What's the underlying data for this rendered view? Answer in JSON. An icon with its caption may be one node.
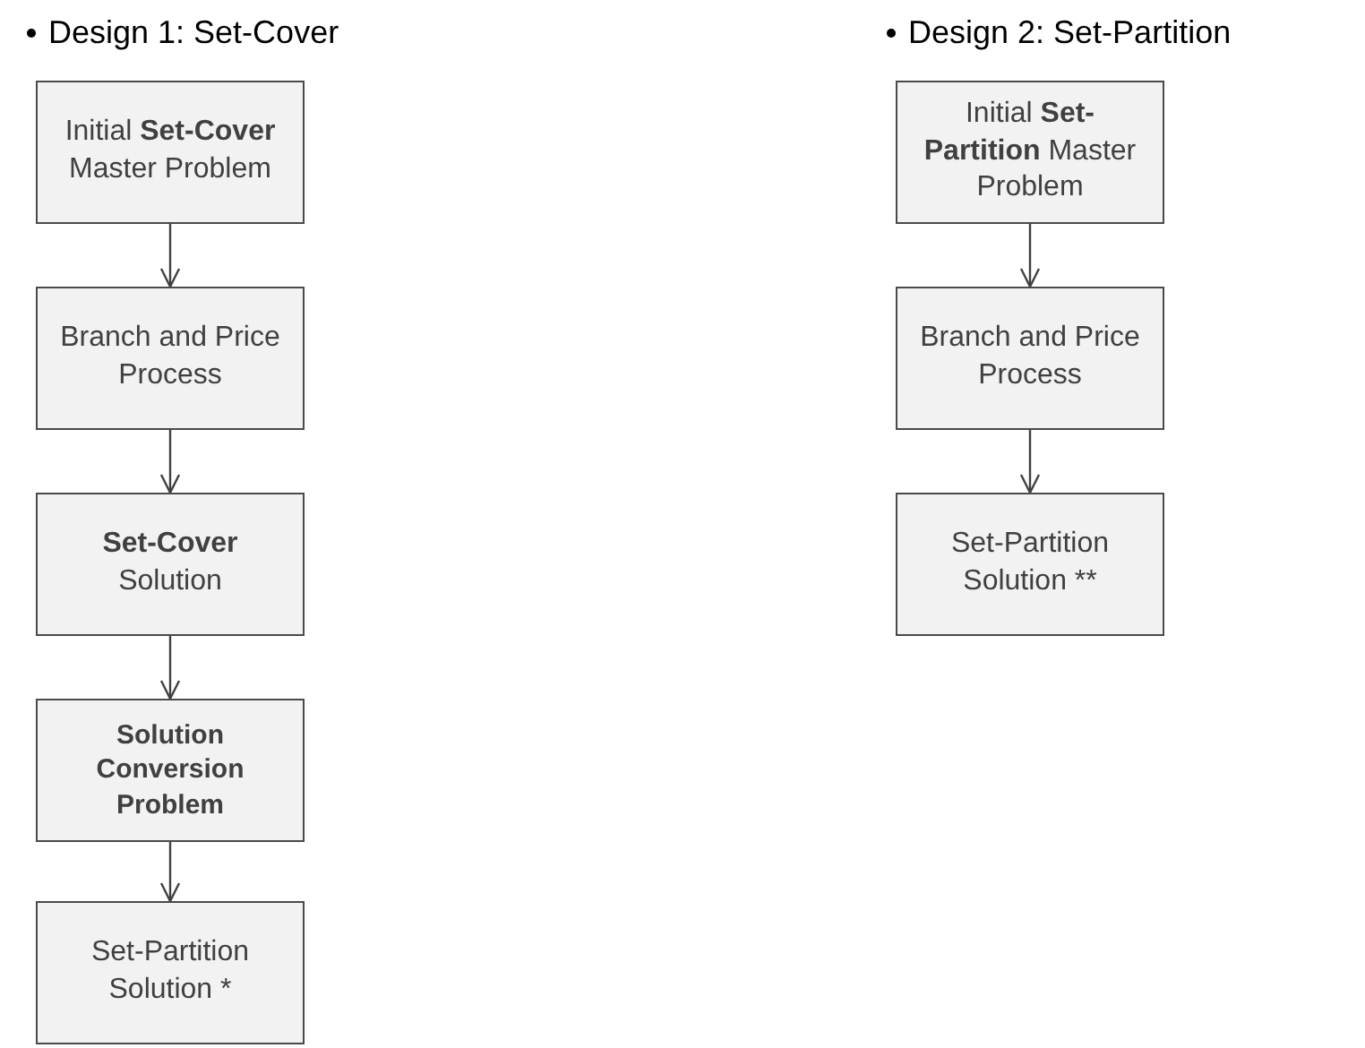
{
  "diagram": {
    "nodes": [
      {
        "text": [
          "Initial **Set-Cover** Master Problem"
        ]
      },
      {
        "text": [
          "Branch and Price Process"
        ]
      },
      {
        "text": [
          "**Set-Cover** Solution"
        ]
      },
      {
        "text": [
          "Solution Conversion Problem"
        ]
      },
      {
        "text": [
          "Set-Partition Solution *"
        ]
      },
      {
        "text": [
          "Initial **Set-Partition** Master Problem"
        ]
      },
      {
        "text": [
          "Branch and Price Process"
        ]
      },
      {
        "text": [
          "Set-Partition Solution **"
        ]
      }
    ],
    "edges": [
      {
        "from": 0,
        "to": 1,
        "arrow": "to"
      },
      {
        "from": 1,
        "to": 2,
        "arrow": "to"
      },
      {
        "from": 2,
        "to": 3,
        "arrow": "to"
      },
      {
        "from": 3,
        "to": 4,
        "arrow": "to"
      },
      {
        "from": 5,
        "to": 6,
        "arrow": "to"
      },
      {
        "from": 6,
        "to": 7,
        "arrow": "to"
      }
    ],
    "labels": [
      "Design 1: Set-Cover",
      "Design 2: Set-Partition"
    ]
  }
}
